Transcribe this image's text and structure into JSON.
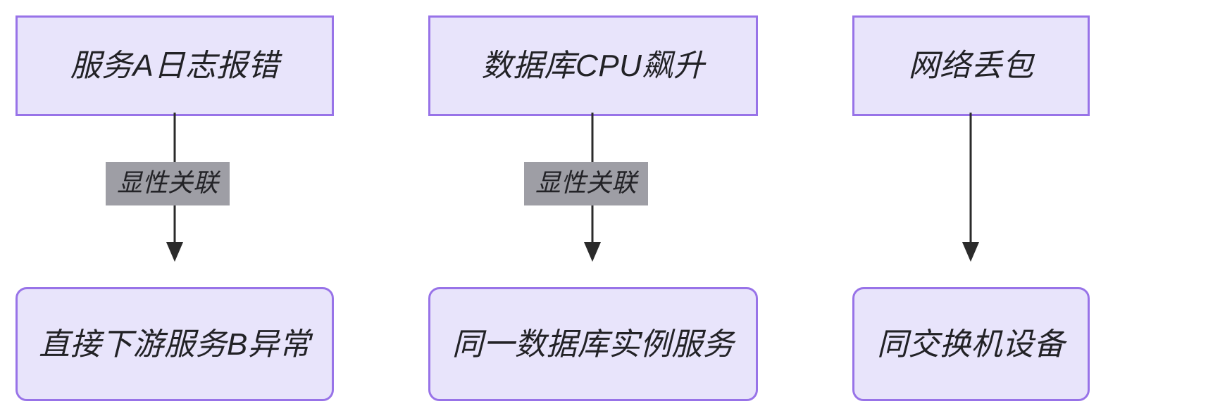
{
  "diagram": {
    "type": "flowchart",
    "direction": "top-down",
    "background_color": "#ffffff",
    "node_fill_color": "#e8e4fb",
    "node_border_color": "#9873e8",
    "edge_color": "#2b2b2b",
    "edge_label_background_color": "#9e9ea5",
    "text_color": "#222226",
    "columns": [
      {
        "id": "col-1",
        "source": "服务A日志报错",
        "edge_label": "显性关联",
        "target": "直接下游服务B异常"
      },
      {
        "id": "col-2",
        "source": "数据库CPU飙升",
        "edge_label": "显性关联",
        "target": "同一数据库实例服务"
      },
      {
        "id": "col-3",
        "source": "网络丢包",
        "edge_label": "",
        "target": "同交换机设备"
      }
    ]
  }
}
